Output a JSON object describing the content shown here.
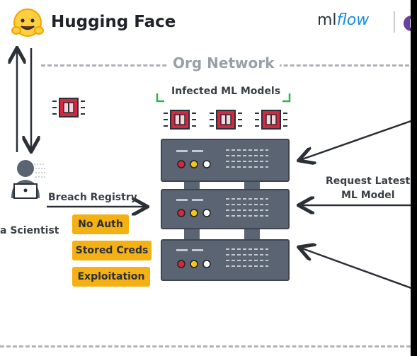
{
  "header": {
    "brand_name": "Hugging Face",
    "mlflow_prefix": "ml",
    "mlflow_suffix": "flow"
  },
  "diagram": {
    "org_network_label": "Org Network",
    "infected_models_label": "Infected ML Models",
    "breach_registry_label": "Breach Registry",
    "data_scientist_label": "a Scientist",
    "request_label_line1": "Request Latest",
    "request_label_line2": "ML Model",
    "tags": [
      "No Auth",
      "Stored Creds",
      "Exploitation"
    ]
  },
  "colors": {
    "chip_red": "#d7263d",
    "tag_yellow": "#f5b013",
    "server_gray": "#5b6472",
    "mlflow_blue": "#1a8dd8"
  }
}
